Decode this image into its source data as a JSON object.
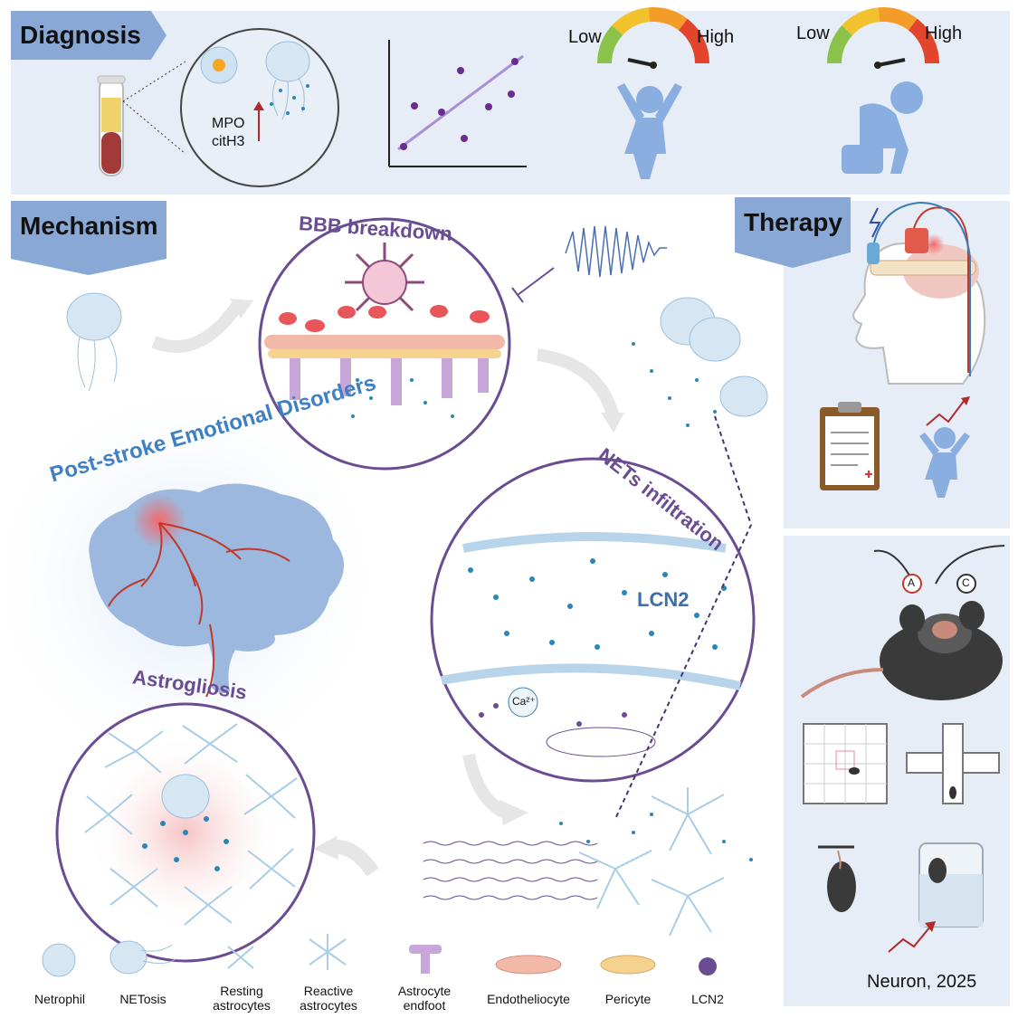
{
  "diagnosis": {
    "title": "Diagnosis",
    "markers": [
      "MPO",
      "citH3"
    ],
    "gauge_low": "Low",
    "gauge_high": "High"
  },
  "mechanism": {
    "title": "Mechanism",
    "bbb": "BBB breakdown",
    "nets": "NETs infiltration",
    "lcn2": "LCN2",
    "calcium": "Ca²⁺",
    "psed": "Post-stroke Emotional Disorders",
    "astro": "Astrogliosis"
  },
  "therapy": {
    "title": "Therapy",
    "anode": "A",
    "cathode": "C"
  },
  "legend": [
    "Netrophil",
    "NETosis",
    "Resting astrocytes",
    "Reactive astrocytes",
    "Astrocyte endfoot",
    "Endotheliocyte",
    "Pericyte",
    "LCN2"
  ],
  "citation": "Neuron, 2025",
  "colors": {
    "panel": "#e6edf6",
    "tag": "#8aa8d6",
    "purple": "#6a4c93",
    "blue_title": "#3f7fc4",
    "figure": "#8aaee0"
  }
}
